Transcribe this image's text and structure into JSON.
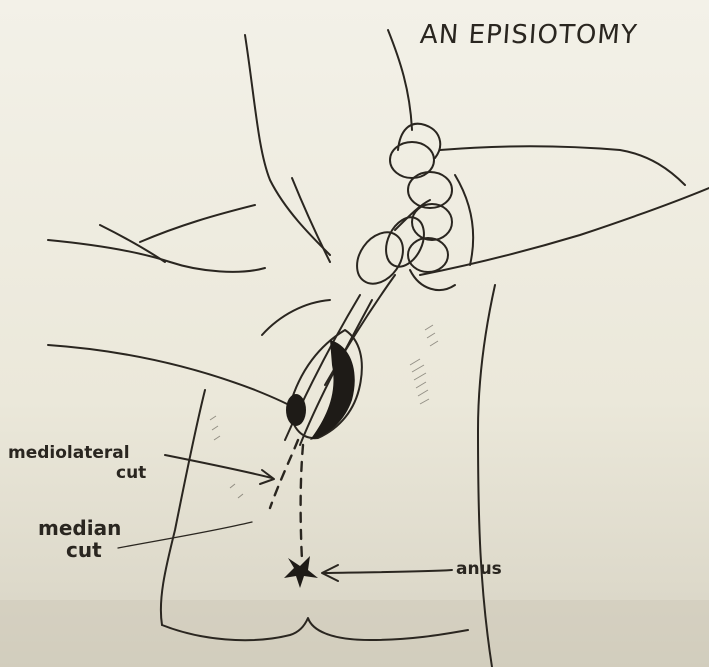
{
  "title": "AN EPISIOTOMY",
  "labels": {
    "mediolateral_line1": "mediolateral",
    "mediolateral_line2": "cut",
    "median_line1": "median",
    "median_line2": "cut",
    "anus": "anus"
  },
  "colors": {
    "paper": "#ece9dc",
    "ink": "#2a2620",
    "shade": "#1e1b17"
  }
}
